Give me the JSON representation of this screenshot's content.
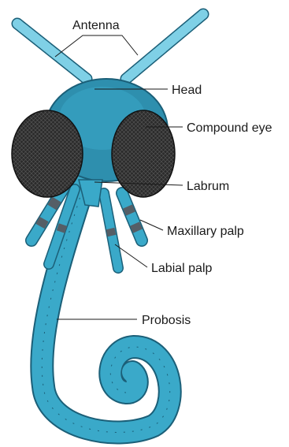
{
  "diagram": {
    "labels": {
      "antenna": "Antenna",
      "head": "Head",
      "compound_eye": "Compound eye",
      "labrum": "Labrum",
      "maxillary_palp": "Maxillary palp",
      "labial_palp": "Labial palp",
      "probosis": "Probosis"
    },
    "colors": {
      "body": "#3aa9c9",
      "body_dark": "#1f7f9c",
      "head_shade": "#2e8fae",
      "eye": "#2b2b2b",
      "eye_grid": "#555555",
      "palp_band": "#555e66",
      "outline": "#1b5f78",
      "leader": "#1a1a1a"
    }
  }
}
